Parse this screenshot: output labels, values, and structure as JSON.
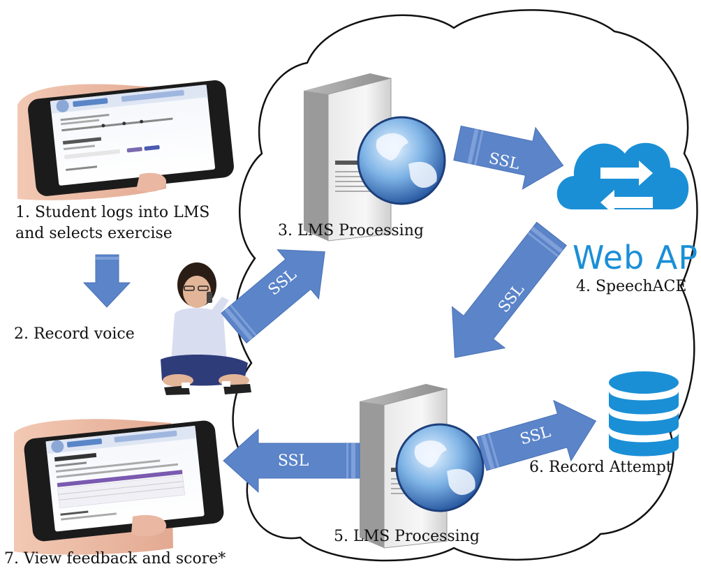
{
  "steps": {
    "s1_line1": "1. Student logs into LMS",
    "s1_line2": "and selects exercise",
    "s2": "2. Record voice",
    "s3": "3. LMS Processing",
    "s4": "4. SpeechACE",
    "s5": "5. LMS Processing",
    "s6": "6. Record Attempt",
    "s7": "7. View feedback and score*"
  },
  "web_api_label": "Web API",
  "arrow_label": "SSL",
  "colors": {
    "arrow": "#5b84c9",
    "arrow_edge": "#4a72b6",
    "web_api": "#1a8fd6",
    "database": "#1a8fd6",
    "cloud_outline": "#111111"
  },
  "icons": {
    "phone_top": "smartphone-in-hand-icon",
    "phone_bottom": "smartphone-in-hand-icon",
    "student": "student-with-phone-icon",
    "server_top": "server-globe-icon",
    "server_bottom": "server-globe-icon",
    "web_api": "web-api-cloud-icon",
    "database": "database-icon"
  }
}
